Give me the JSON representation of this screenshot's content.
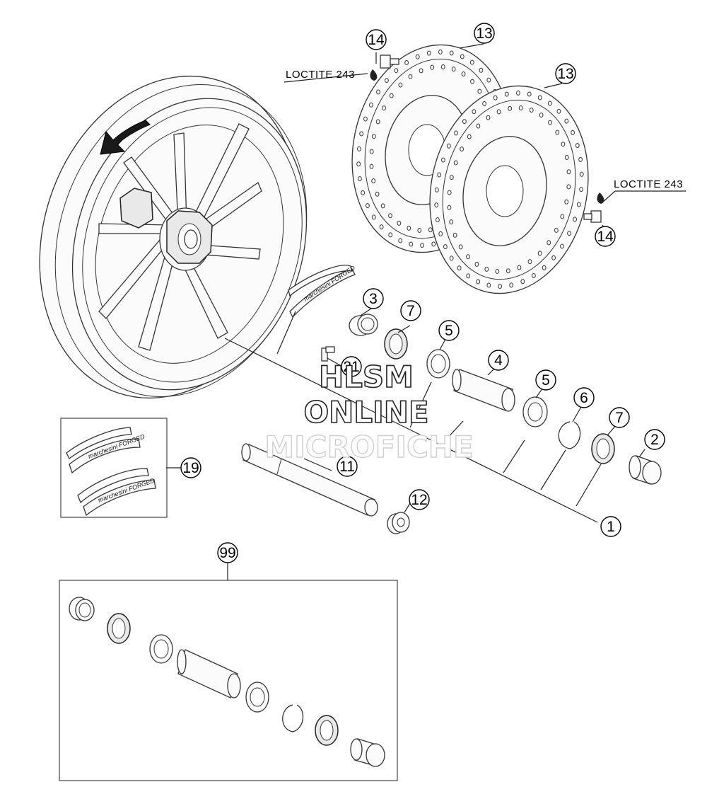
{
  "callouts": {
    "c1": "1",
    "c2": "2",
    "c3": "3",
    "c4": "4",
    "c5a": "5",
    "c5b": "5",
    "c6": "6",
    "c7a": "7",
    "c7b": "7",
    "c11": "11",
    "c12": "12",
    "c13a": "13",
    "c13b": "13",
    "c14a": "14",
    "c14b": "14",
    "c19": "19",
    "c21": "21",
    "c99": "99"
  },
  "notes": {
    "loctite_top": "LOCTITE 243",
    "loctite_right": "LOCTITE 243"
  },
  "decals": {
    "brand_text": "marchesini FORGED"
  },
  "watermark": {
    "line1": "HLSM",
    "line2": "ONLINE",
    "line3": "MICROFICHE"
  },
  "colors": {
    "line": "#333333",
    "background": "#ffffff"
  }
}
